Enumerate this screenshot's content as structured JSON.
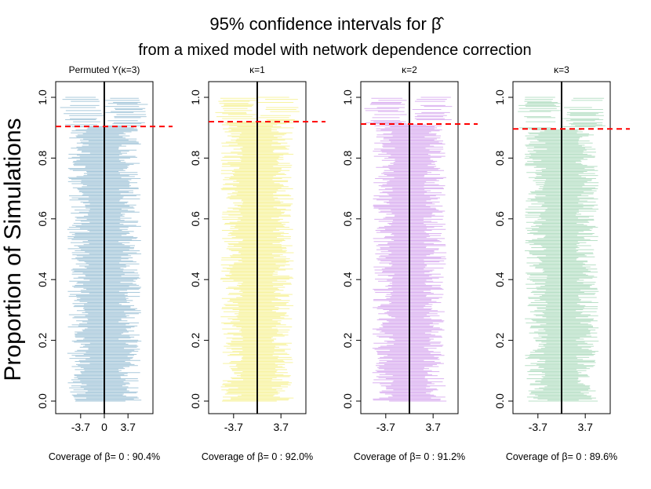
{
  "figure": {
    "title_line1": "95% confidence intervals for ",
    "title_beta_hat": "β̂",
    "title_line2": "from a mixed model with network dependence correction",
    "ylabel": "Proportion of Simulations"
  },
  "colors": {
    "true_value_line": "#000000",
    "coverage_line": "#ff0000"
  },
  "chart_data": [
    {
      "type": "interval",
      "title": "Permuted Y(κ=3)",
      "xticks": [
        -3.7,
        0,
        3.7
      ],
      "xtick_labels": [
        "-3.7",
        "0",
        "3.7"
      ],
      "xlim": [
        -7.6,
        7.6
      ],
      "ylim": [
        0,
        1
      ],
      "yticks": [
        0.0,
        0.2,
        0.4,
        0.6,
        0.8,
        1.0
      ],
      "ytick_labels": [
        "0.0",
        "0.2",
        "0.4",
        "0.6",
        "0.8",
        "1.0"
      ],
      "true_value": 0,
      "coverage": 0.904,
      "coverage_label": "Coverage of β= 0 : 90.4%",
      "color": "#a9c9db"
    },
    {
      "type": "interval",
      "title": "κ=1",
      "xticks": [
        -3.7,
        3.7
      ],
      "xtick_labels": [
        "-3.7",
        "3.7"
      ],
      "xlim": [
        -7.6,
        7.6
      ],
      "ylim": [
        0,
        1
      ],
      "yticks": [
        0.0,
        0.2,
        0.4,
        0.6,
        0.8,
        1.0
      ],
      "ytick_labels": [
        "0.0",
        "0.2",
        "0.4",
        "0.6",
        "0.8",
        "1.0"
      ],
      "true_value": 0,
      "coverage": 0.92,
      "coverage_label": "Coverage of β= 0 : 92.0%",
      "color": "#f7f3a0"
    },
    {
      "type": "interval",
      "title": "κ=2",
      "xticks": [
        -3.7,
        3.7
      ],
      "xtick_labels": [
        "-3.7",
        "3.7"
      ],
      "xlim": [
        -7.6,
        7.6
      ],
      "ylim": [
        0,
        1
      ],
      "yticks": [
        0.0,
        0.2,
        0.4,
        0.6,
        0.8,
        1.0
      ],
      "ytick_labels": [
        "0.0",
        "0.2",
        "0.4",
        "0.6",
        "0.8",
        "1.0"
      ],
      "true_value": 0,
      "coverage": 0.912,
      "coverage_label": "Coverage of β= 0 : 91.2%",
      "color": "#dcb3f1"
    },
    {
      "type": "interval",
      "title": "κ=3",
      "xticks": [
        -3.7,
        3.7
      ],
      "xtick_labels": [
        "-3.7",
        "3.7"
      ],
      "xlim": [
        -7.6,
        7.6
      ],
      "ylim": [
        0,
        1
      ],
      "yticks": [
        0.0,
        0.2,
        0.4,
        0.6,
        0.8,
        1.0
      ],
      "ytick_labels": [
        "0.0",
        "0.2",
        "0.4",
        "0.6",
        "0.8",
        "1.0"
      ],
      "true_value": 0,
      "coverage": 0.896,
      "coverage_label": "Coverage of β= 0 : 89.6%",
      "color": "#b9e0c7"
    }
  ]
}
